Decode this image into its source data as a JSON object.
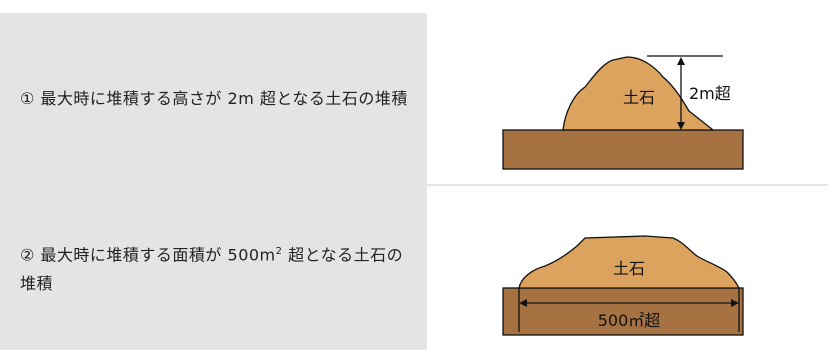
{
  "rows": [
    {
      "label": "① 最大時に堆積する高さが 2m 超となる土石の堆積",
      "figure": {
        "mound_label": "土石",
        "height_label": "2m超"
      }
    },
    {
      "label_main": "② 最大時に堆積する面積が 500m",
      "label_sup": "2",
      "label_rest": " 超となる土石の堆積",
      "figure": {
        "mound_label": "土石",
        "area_label": "500㎡超"
      }
    }
  ],
  "colors": {
    "cell_bg": "#e4e4e4",
    "soil": "#a67242",
    "mound": "#dba35e",
    "line": "#111111"
  }
}
